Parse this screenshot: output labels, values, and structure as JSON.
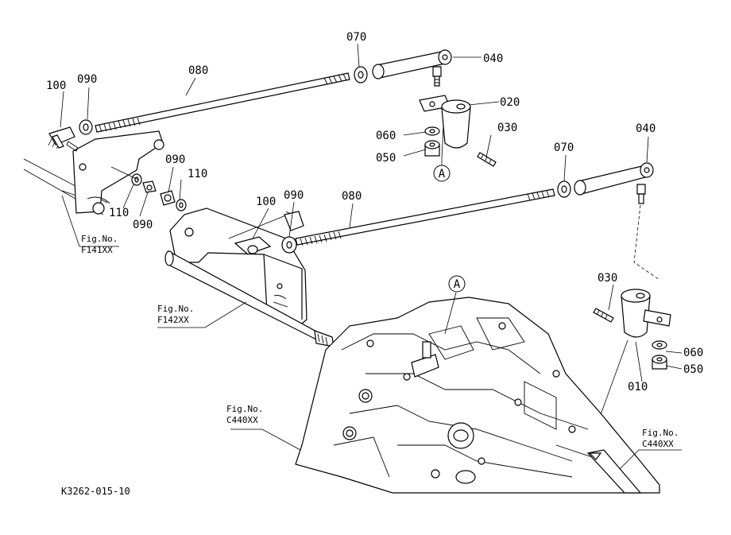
{
  "callouts": {
    "c100_a": "100",
    "c090_a": "090",
    "c080_a": "080",
    "c070_a": "070",
    "c040_a": "040",
    "c020": "020",
    "c060_a": "060",
    "c030_a": "030",
    "c050_a": "050",
    "ref_a_top": "A",
    "c090_b": "090",
    "c110_a": "110",
    "c110_b": "110",
    "c090_c": "090",
    "c100_b": "100",
    "c090_d": "090",
    "c080_b": "080",
    "c070_b": "070",
    "c040_b": "040",
    "ref_a_bottom": "A",
    "c030_b": "030",
    "c060_b": "060",
    "c050_b": "050",
    "c010": "010"
  },
  "figure_refs": {
    "f141_label": "Fig.No.",
    "f141_code": "F141XX",
    "f142_label": "Fig.No.",
    "f142_code": "F142XX",
    "c440_left_label": "Fig.No.",
    "c440_left_code": "C440XX",
    "c440_right_label": "Fig.No.",
    "c440_right_code": "C440XX"
  },
  "drawing_code": "K3262-015-10"
}
